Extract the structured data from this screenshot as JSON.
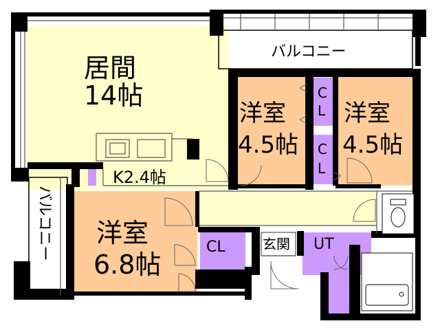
{
  "labels": {
    "living": "居間",
    "living_size": "14帖",
    "kitchen": "K2.4帖",
    "balcony_top": "バルコニー",
    "balcony_left": "バルコニー",
    "west_room": "洋室",
    "west_room_size": "4.5帖",
    "east_room": "洋室",
    "east_room_size": "4.5帖",
    "closet_1_line1": "C",
    "closet_1_line2": "L",
    "closet_2_line1": "C",
    "closet_2_line2": "L",
    "big_room": "洋室",
    "big_room_size": "6.8帖",
    "closet_3": "CL",
    "entrance": "玄関",
    "utility": "UT"
  },
  "colors": {
    "living_floor": "#FFFFCC",
    "room_floor": "#FFCC99",
    "closet_floor": "#CC99FF",
    "hall_floor": "#FFFFCC",
    "wall": "#000000",
    "line": "#555555"
  },
  "icons": [
    "toilet-icon",
    "bathtub-icon",
    "kitchen-sink-icon",
    "door-swing-icon",
    "shoe-cabinet-icon"
  ]
}
